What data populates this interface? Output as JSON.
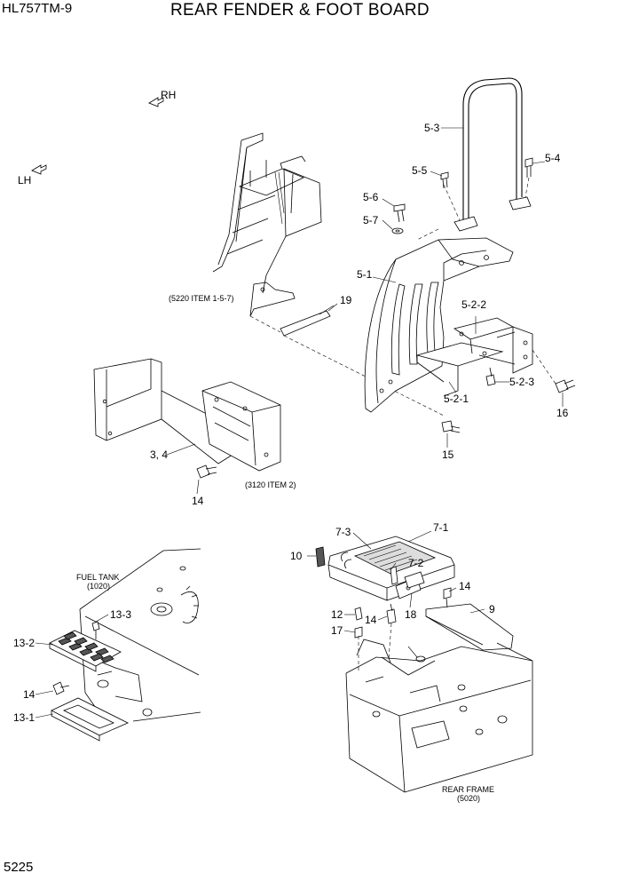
{
  "header": {
    "model": "HL757TM-9",
    "title": "REAR FENDER & FOOT BOARD"
  },
  "footer": {
    "page_number": "5225"
  },
  "directions": {
    "rh": "RH",
    "lh": "LH"
  },
  "notes": {
    "ref_5220": "(5220 ITEM 1-5-7)",
    "ref_3120": "(3120 ITEM 2)",
    "fuel_tank": "FUEL TANK",
    "fuel_tank_code": "(1020)",
    "rear_frame": "REAR FRAME",
    "rear_frame_code": "(5020)"
  },
  "callouts": {
    "c5_3": "5-3",
    "c5_4": "5-4",
    "c5_5": "5-5",
    "c5_6": "5-6",
    "c5_7": "5-7",
    "c5_1": "5-1",
    "c5_2_2": "5-2-2",
    "c5_2_3": "5-2-3",
    "c5_2_1": "5-2-1",
    "c19": "19",
    "c16": "16",
    "c15": "15",
    "c3_4": "3, 4",
    "c14_a": "14",
    "c7_3": "7-3",
    "c7_1": "7-1",
    "c10": "10",
    "c7_2": "7-2",
    "c14_b": "14",
    "c18": "18",
    "c9": "9",
    "c12": "12",
    "c14_c": "14",
    "c17": "17",
    "c13_3": "13-3",
    "c13_2": "13-2",
    "c14_d": "14",
    "c13_1": "13-1"
  }
}
